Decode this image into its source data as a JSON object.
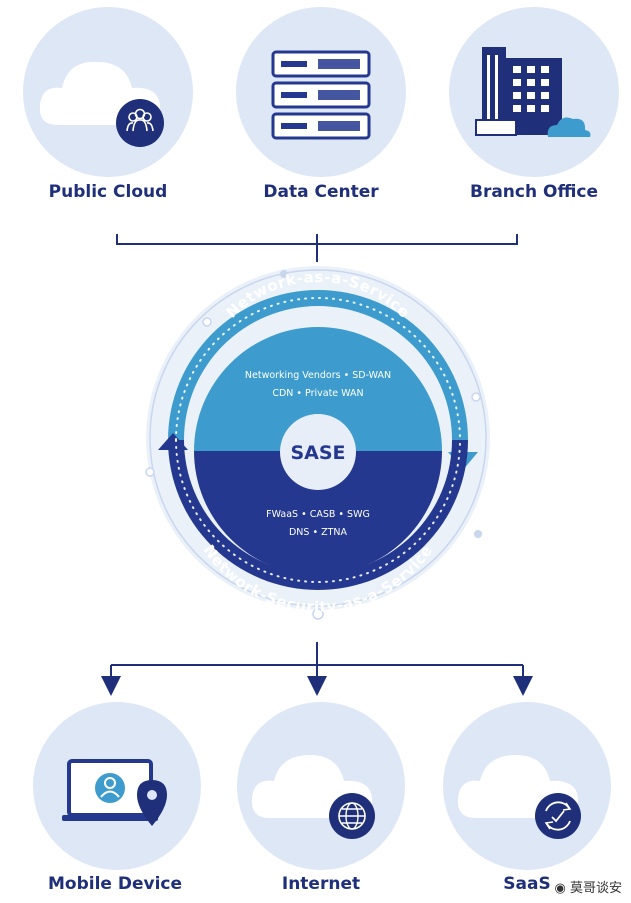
{
  "sources": [
    {
      "label": "Public Cloud",
      "icon": "cloud-users-icon"
    },
    {
      "label": "Data Center",
      "icon": "server-rack-icon"
    },
    {
      "label": "Branch Office",
      "icon": "office-building-icon"
    }
  ],
  "destinations": [
    {
      "label": "Mobile Device",
      "icon": "laptop-user-location-icon"
    },
    {
      "label": "Internet",
      "icon": "cloud-globe-icon"
    },
    {
      "label": "SaaS",
      "icon": "cloud-sync-icon"
    }
  ],
  "sase": {
    "center": "SASE",
    "top_ring": "Network-as-a-Service",
    "bottom_ring": "Network-Security-as-a-Service",
    "top_line1": "Networking Vendors • SD-WAN",
    "top_line2": "CDN • Private WAN",
    "bottom_line1": "FWaaS • CASB • SWG",
    "bottom_line2": "DNS • ZTNA"
  },
  "watermark": "莫哥谈安",
  "colors": {
    "circle_bg": "#dde7f5",
    "navy": "#1f2f7a",
    "light_blue": "#3d9ccd",
    "dark_blue": "#24388f",
    "white": "#ffffff"
  }
}
